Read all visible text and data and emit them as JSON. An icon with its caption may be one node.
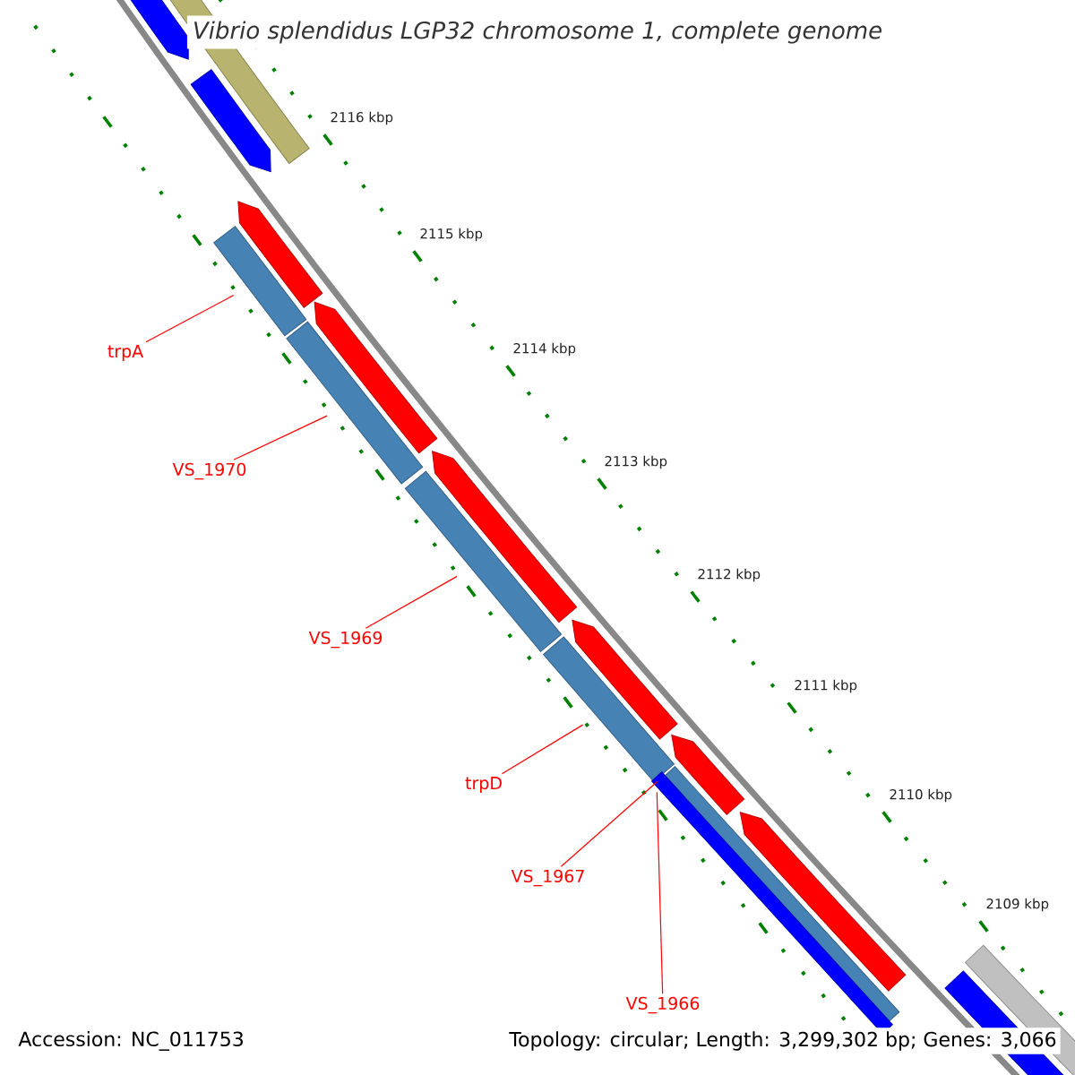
{
  "diagram": {
    "title": "Vibrio splendidus LGP32 chromosome 1, complete genome",
    "nodes": [
      {
        "text": [
          "trpA"
        ]
      },
      {
        "text": [
          "VS_1970"
        ]
      },
      {
        "text": [
          "VS_1969"
        ]
      },
      {
        "text": [
          "trpD"
        ]
      },
      {
        "text": [
          "VS_1967"
        ]
      },
      {
        "text": [
          "VS_1966"
        ]
      },
      {
        "text": [],
        "shape": "bar"
      },
      {
        "text": [],
        "shape": "bar"
      },
      {
        "text": [],
        "shape": "bar"
      },
      {
        "text": [],
        "shape": "bar"
      },
      {
        "text": [],
        "shape": "bar"
      },
      {
        "text": [],
        "shape": "bar"
      }
    ],
    "edges": [
      {
        "from": 0,
        "to": 6,
        "arrow": "none"
      },
      {
        "from": 1,
        "to": 7,
        "arrow": "none"
      },
      {
        "from": 2,
        "to": 8,
        "arrow": "none"
      },
      {
        "from": 3,
        "to": 9,
        "arrow": "none"
      },
      {
        "from": 4,
        "to": 10,
        "arrow": "none"
      },
      {
        "from": 5,
        "to": 11,
        "arrow": "none"
      }
    ],
    "labels": [
      "2116 kbp",
      "2115 kbp",
      "2114 kbp",
      "2113 kbp",
      "2112 kbp",
      "2111 kbp",
      "2110 kbp",
      "2109 kbp",
      "Accession: NC_011753",
      "Topology: circular; Length: 3,299,302 bp; Genes: 3,066"
    ]
  }
}
